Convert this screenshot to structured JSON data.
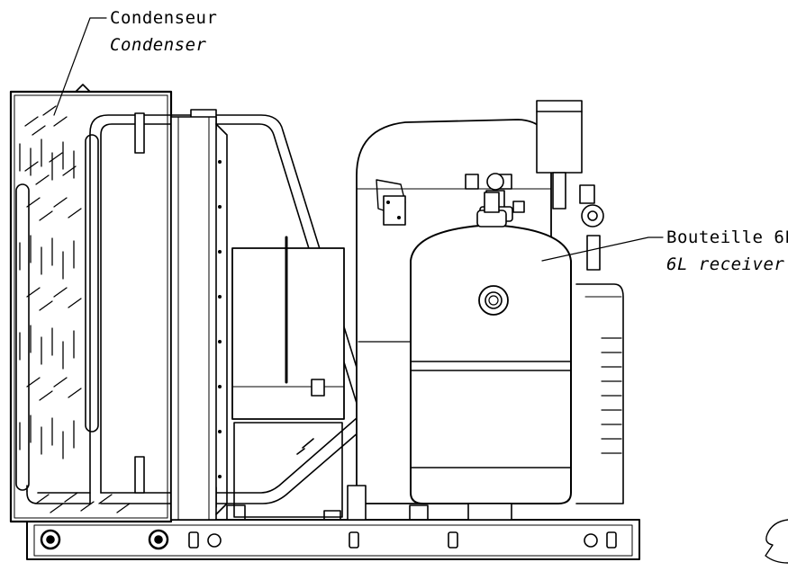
{
  "labels": {
    "condenser_fr": "Condenseur",
    "condenser_en": "Condenser",
    "receiver_fr": "Bouteille 6L",
    "receiver_en": "6L receiver"
  }
}
